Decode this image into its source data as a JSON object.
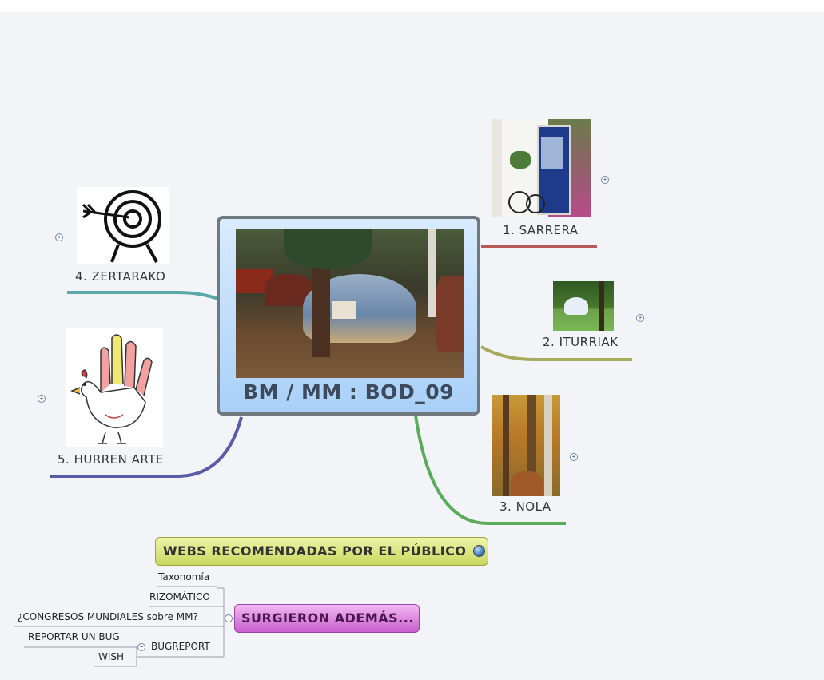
{
  "central": {
    "title": "BM / MM : BOD_09",
    "image": "car-in-forest-photo"
  },
  "branches": [
    {
      "label": "1. SARRERA",
      "image": "blue-door-bicycle-photo",
      "color": "#b85a5a"
    },
    {
      "label": "2. ITURRIAK",
      "image": "fountain-park-photo",
      "color": "#a8a95a"
    },
    {
      "label": "3. NOLA",
      "image": "autumn-forest-path-photo",
      "color": "#5aac5a"
    },
    {
      "label": "4. ZERTARAKO",
      "image": "target-arrow-drawing",
      "color": "#5aa8a8"
    },
    {
      "label": "5. HURREN ARTE",
      "image": "hand-turkey-drawing",
      "color": "#5a5aa8"
    }
  ],
  "webs": {
    "label": "WEBS RECOMENDADAS POR EL PÚBLICO",
    "icon": "globe-icon"
  },
  "surgieron": {
    "label": "SURGIERON ADEMÁS...",
    "children": [
      {
        "label": "Taxonomía"
      },
      {
        "label": "RIZOMÁTICO"
      },
      {
        "label": "¿CONGRESOS MUNDIALES sobre MM?"
      },
      {
        "label": "BUGREPORT",
        "children": [
          {
            "label": "REPORTAR UN BUG"
          },
          {
            "label": "WISH"
          }
        ]
      }
    ]
  },
  "expand_symbol": "+",
  "collapse_symbol": "−"
}
